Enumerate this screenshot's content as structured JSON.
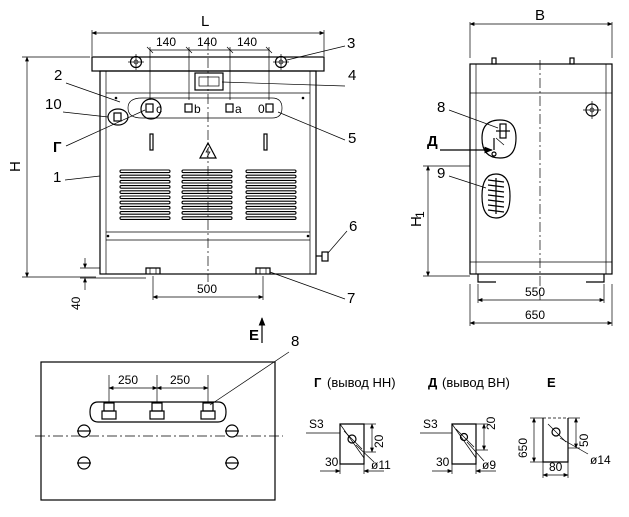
{
  "front_view": {
    "dim_L": "L",
    "dim_H": "H",
    "dim_140_a": "140",
    "dim_140_b": "140",
    "dim_140_c": "140",
    "dim_40": "40",
    "dim_500": "500",
    "terminal_c": "c",
    "terminal_b": "b",
    "terminal_a": "a",
    "terminal_0": "0",
    "view_arrow_E": "Е",
    "view_mark_G": "Г"
  },
  "callouts": {
    "c1": "1",
    "c2": "2",
    "c3": "3",
    "c4": "4",
    "c5": "5",
    "c6": "6",
    "c7": "7",
    "c8": "8",
    "c9": "9",
    "c10": "10",
    "c8_plan": "8"
  },
  "side_view": {
    "dim_B": "B",
    "dim_H1": "H",
    "dim_H1_sub": "1",
    "dim_550": "550",
    "dim_650": "650",
    "view_mark_D": "Д"
  },
  "plan_view": {
    "dim_250_a": "250",
    "dim_250_b": "250"
  },
  "details": {
    "g_title": "Г",
    "g_note": "(вывод НН)",
    "g_s": "S3",
    "g_20": "20",
    "g_30": "30",
    "g_dia": "ø11",
    "d_title": "Д",
    "d_note": "(вывод ВН)",
    "d_s": "S3",
    "d_20": "20",
    "d_30": "30",
    "d_dia": "ø9",
    "e_title": "Е",
    "e_650": "650",
    "e_50": "50",
    "e_80": "80",
    "e_dia": "ø14"
  }
}
